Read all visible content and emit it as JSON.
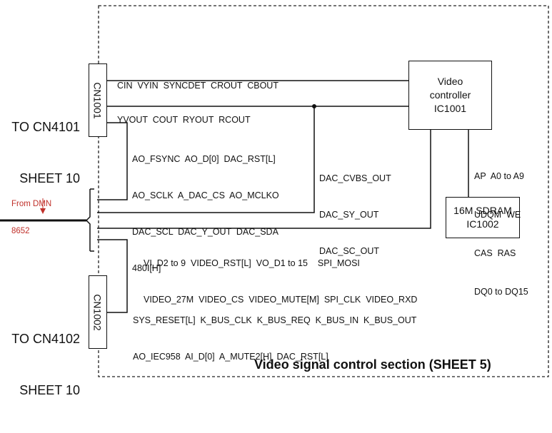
{
  "left_labels": {
    "to_cn4101": [
      "TO CN4101",
      "SHEET 10"
    ],
    "to_cn4102": [
      "TO CN4102",
      "SHEET 10"
    ]
  },
  "connectors": {
    "cn1001": "CN1001",
    "cn1002": "CN1002"
  },
  "from_dmn": [
    "From DMN",
    "8652"
  ],
  "chips": {
    "video_controller": [
      "Video",
      "controller",
      "IC1001"
    ],
    "sdram": [
      "16M SDRAM",
      "IC1002"
    ]
  },
  "signals": {
    "cn1001_bus": [
      "CIN  VYIN  SYNCDET  CROUT  CBOUT",
      "YVOUT  COUT  RYOUT  RCOUT"
    ],
    "audio_dac": [
      "AO_FSYNC  AO_D[0]  DAC_RST[L]",
      "AO_SCLK  A_DAC_CS  AO_MCLKO",
      "DAC_SCL  DAC_Y_OUT  DAC_SDA",
      "480I[H]"
    ],
    "dac_out": [
      "DAC_CVBS_OUT",
      "DAC_SY_OUT",
      "DAC_SC_OUT"
    ],
    "sdram_bus": [
      "AP  A0 to A9",
      "UDQM  WE",
      "CAS  RAS",
      "DQ0 to DQ15"
    ],
    "video_bus": [
      "VI_D2 to 9  VIDEO_RST[L]  VO_D1 to 15    SPI_MOSI",
      "VIDEO_27M  VIDEO_CS  VIDEO_MUTE[M]  SPI_CLK  VIDEO_RXD"
    ],
    "cn1002_bus": [
      "SYS_RESET[L]  K_BUS_CLK  K_BUS_REQ  K_BUS_IN  K_BUS_OUT",
      "AO_IEC958  AI_D[0]  A_MUTE2[H]  DAC_RST[L]"
    ]
  },
  "section_title": "Video signal control section (SHEET 5)"
}
